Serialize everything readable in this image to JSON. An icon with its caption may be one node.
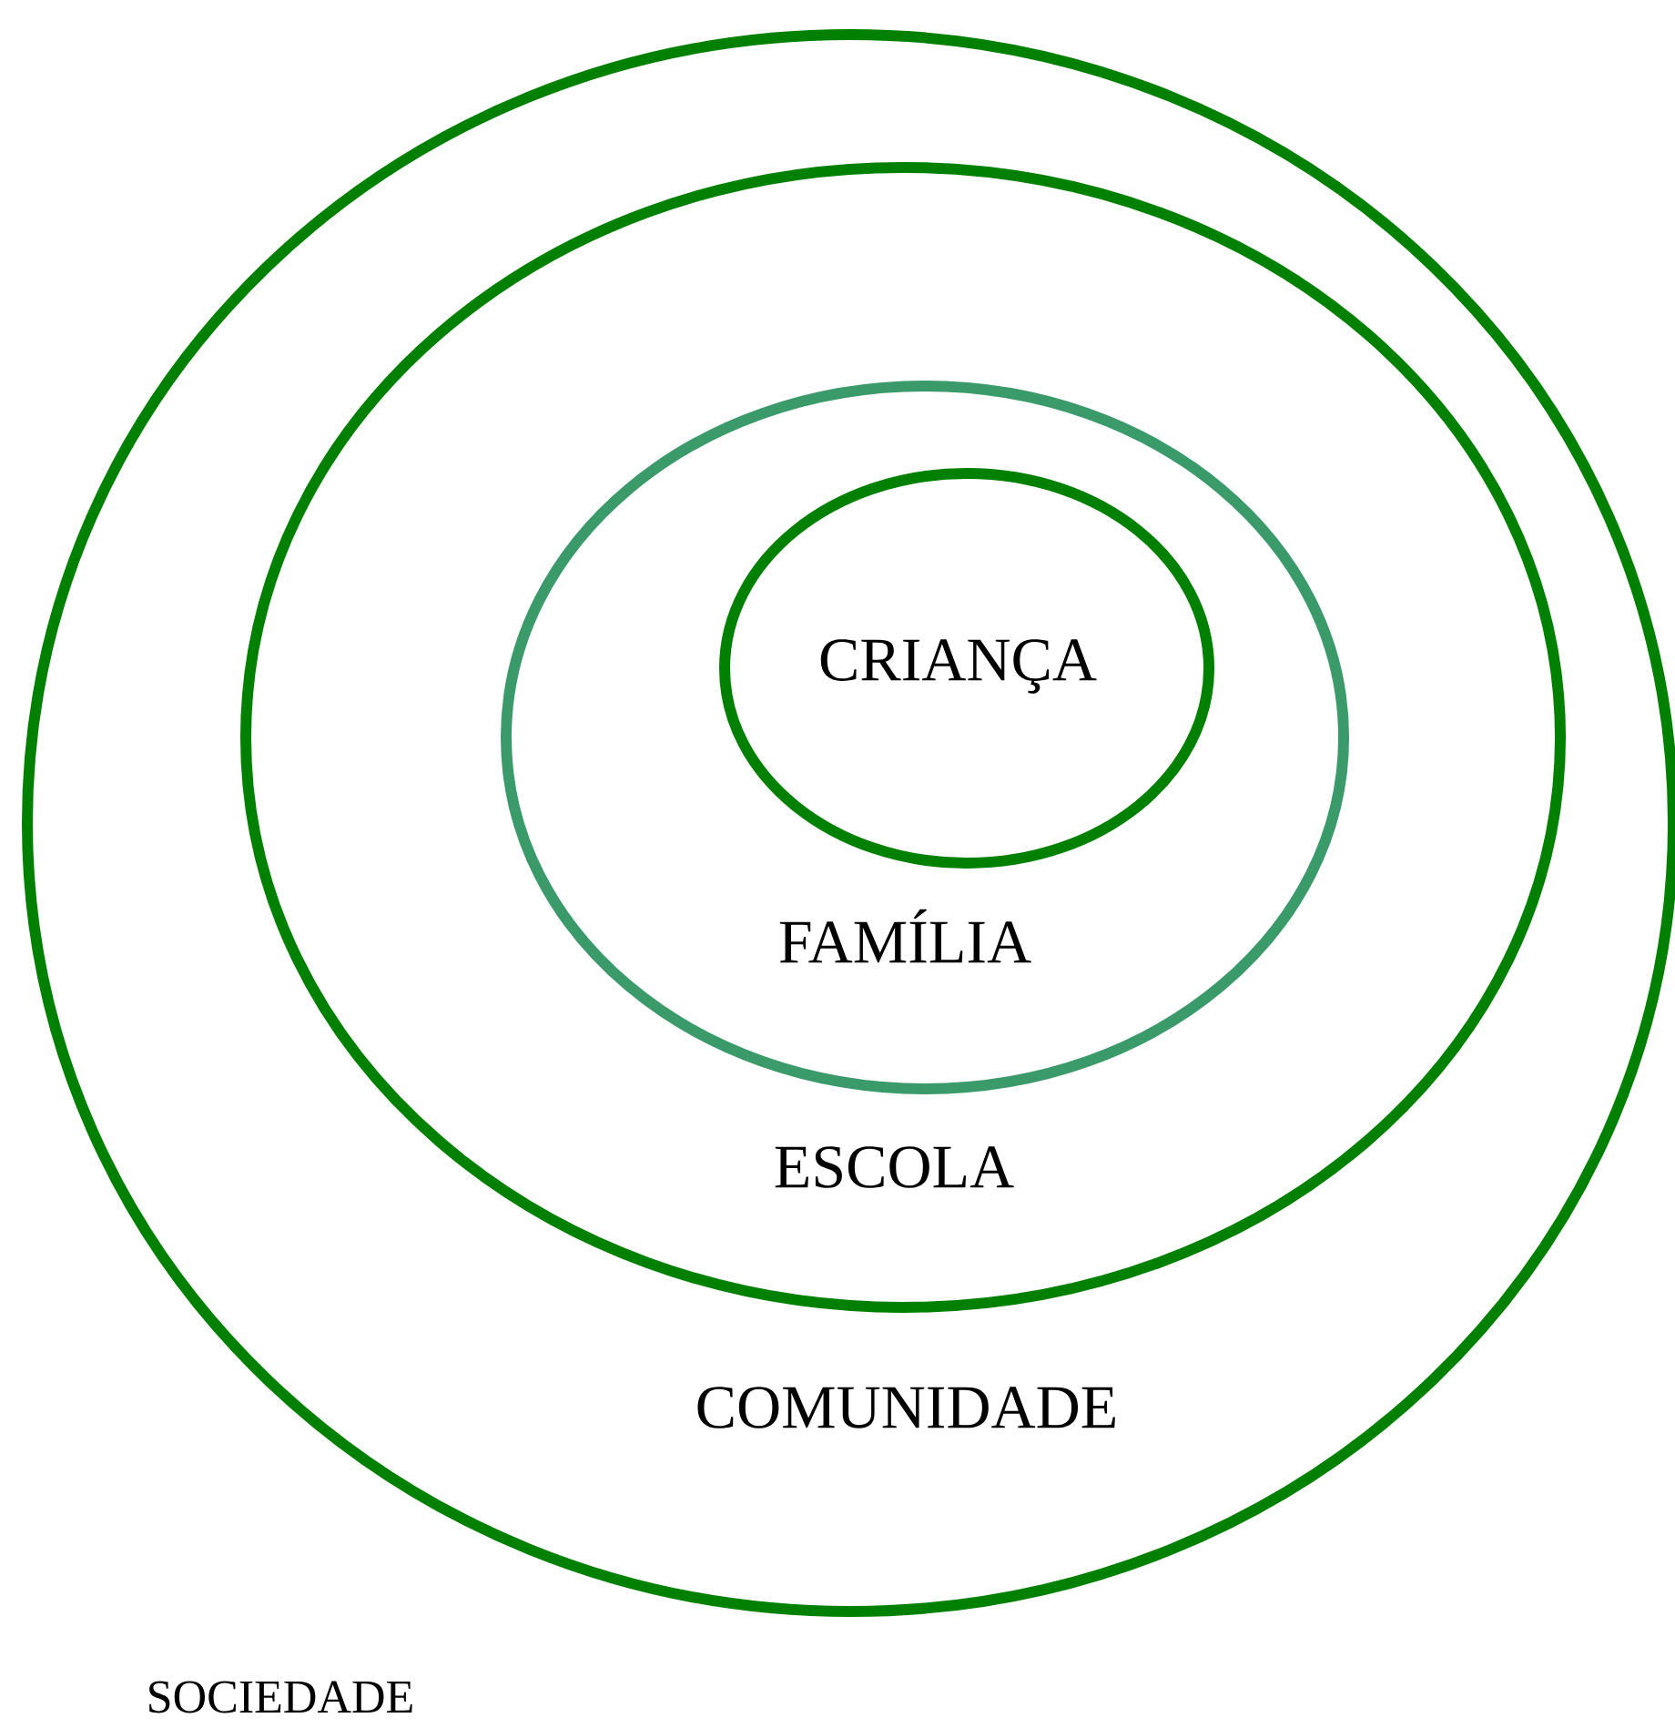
{
  "diagram": {
    "nodes": [
      {
        "text": [
          "COMUNIDADE"
        ]
      },
      {
        "text": [
          "ESCOLA"
        ],
        "in": 0
      },
      {
        "text": [
          "FAMÍLIA"
        ],
        "in": 1
      },
      {
        "text": [
          "CRIANÇA"
        ],
        "in": 2
      }
    ],
    "labels": [
      "SOCIEDADE"
    ]
  }
}
